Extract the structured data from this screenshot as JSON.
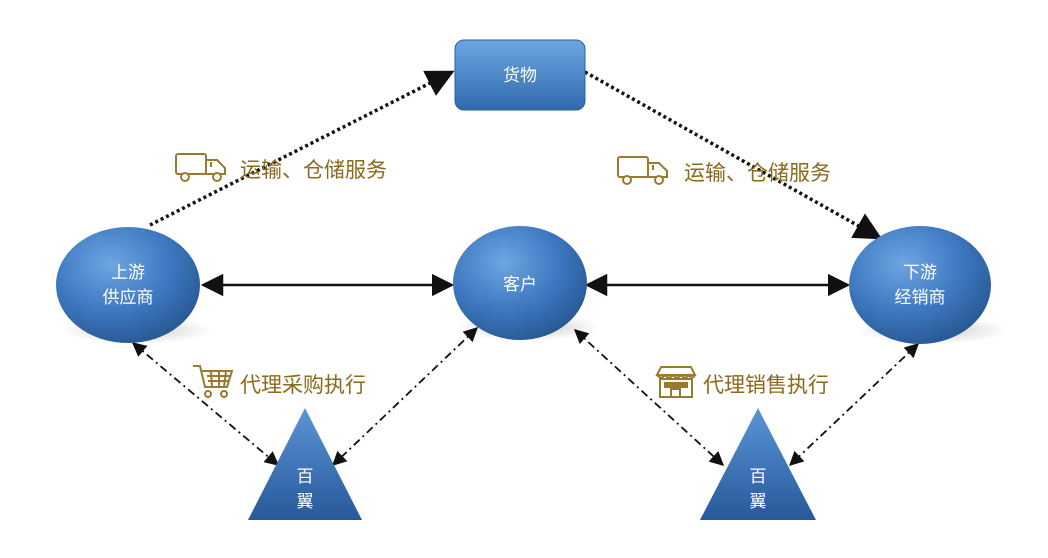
{
  "nodes": {
    "goods": "货物",
    "upstream_line1": "上游",
    "upstream_line2": "供应商",
    "customer": "客户",
    "downstream_line1": "下游",
    "downstream_line2": "经销商",
    "baiyi_left_line1": "百",
    "baiyi_left_line2": "翼",
    "baiyi_right_line1": "百",
    "baiyi_right_line2": "翼"
  },
  "labels": {
    "transport_left": "运输、仓储服务",
    "transport_right": "运输、仓储服务",
    "purchase": "代理采购执行",
    "sales": "代理销售执行"
  },
  "icons": {
    "transport_left": "truck-icon",
    "transport_right": "truck-icon",
    "purchase": "shopping-cart-icon",
    "sales": "storefront-icon"
  },
  "colors": {
    "node_fill_light": "#5b95d6",
    "node_fill_dark": "#2a5f9e",
    "label_text": "#8a6a1c",
    "line": "#111111"
  }
}
